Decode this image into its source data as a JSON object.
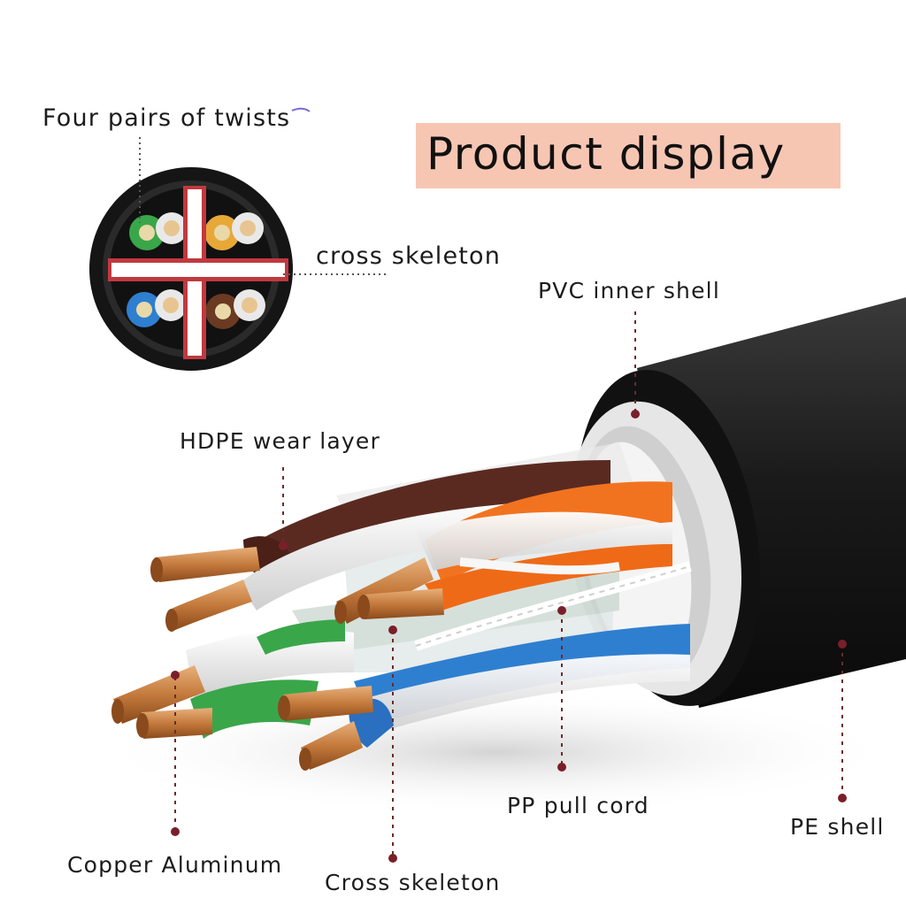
{
  "title": "Product display",
  "labels": {
    "four_pairs": "Four pairs of twists",
    "cross_skeleton_top": "cross skeleton",
    "pvc_inner_shell": "PVC inner shell",
    "hdpe_wear_layer": "HDPE wear layer",
    "pp_pull_cord": "PP pull cord",
    "pe_shell": "PE shell",
    "copper_aluminum": "Copper Aluminum",
    "cross_skeleton_bottom": "Cross skeleton"
  },
  "colors": {
    "title_bg": "#f7c6b3",
    "cross_skeleton": "#c0393f",
    "jacket": "#161616",
    "inner_shell": "#e6e6e6",
    "pair_brown": "#5a2a20",
    "pair_orange": "#f2731f",
    "pair_green": "#3aa64a",
    "pair_blue": "#2f7fd0",
    "copper": "#c47a3c",
    "leader": "#6a2a2a"
  }
}
